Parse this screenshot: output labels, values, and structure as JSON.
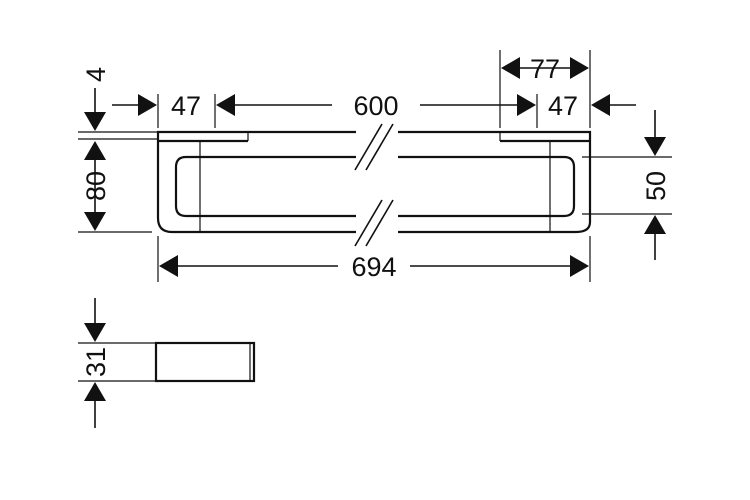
{
  "drawing": {
    "dimensions": {
      "top_gap": "4",
      "left_end": "47",
      "length_span": "600",
      "right_end": "47",
      "end_width": "77",
      "total_height": "80",
      "bar_height": "50",
      "total_length": "694",
      "section_height": "31"
    }
  }
}
